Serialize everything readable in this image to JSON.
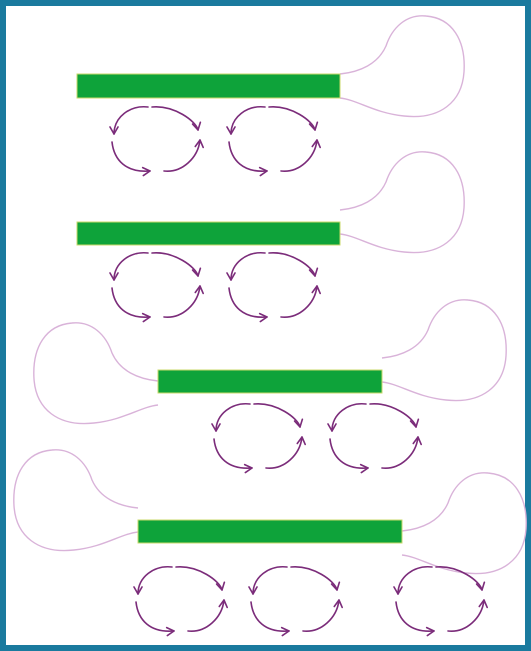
{
  "colors": {
    "frame": "#1a7a9e",
    "bar": "#0ea33a",
    "bar_edge": "#c9d96a",
    "arrow": "#7b2c7a",
    "blob": "#d9b3d9"
  },
  "icons": {
    "arrow": "curved-arrow-icon",
    "loop": "circulation-loop-icon",
    "blob": "lobe-outline-icon"
  },
  "panels": [
    {
      "id": "panel-1",
      "blobs": [
        "right"
      ],
      "loops": 2
    },
    {
      "id": "panel-2",
      "blobs": [
        "right"
      ],
      "loops": 2
    },
    {
      "id": "panel-3",
      "blobs": [
        "left",
        "right"
      ],
      "loops": 2
    },
    {
      "id": "panel-4",
      "blobs": [
        "left",
        "right"
      ],
      "loops": 3
    }
  ]
}
